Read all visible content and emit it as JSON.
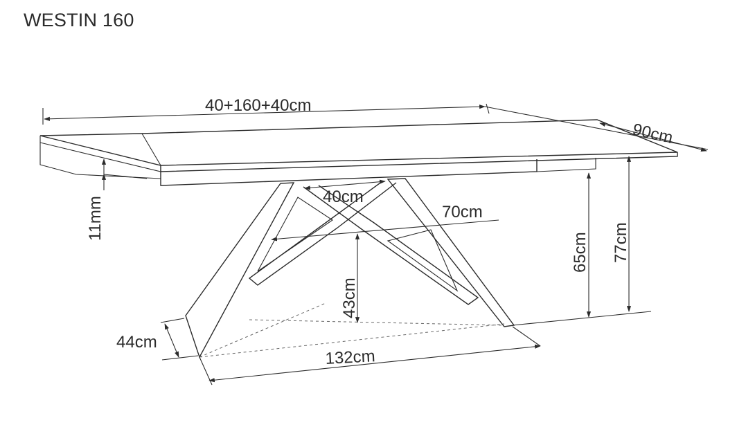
{
  "title": "WESTIN 160",
  "dimensions": {
    "total_length": "40+160+40cm",
    "depth": "90cm",
    "top_thickness": "11mm",
    "frame_top_width": "40cm",
    "frame_mid_width": "70cm",
    "apron_height": "65cm",
    "total_height": "77cm",
    "cross_height": "43cm",
    "foot_depth": "44cm",
    "base_length": "132cm"
  }
}
